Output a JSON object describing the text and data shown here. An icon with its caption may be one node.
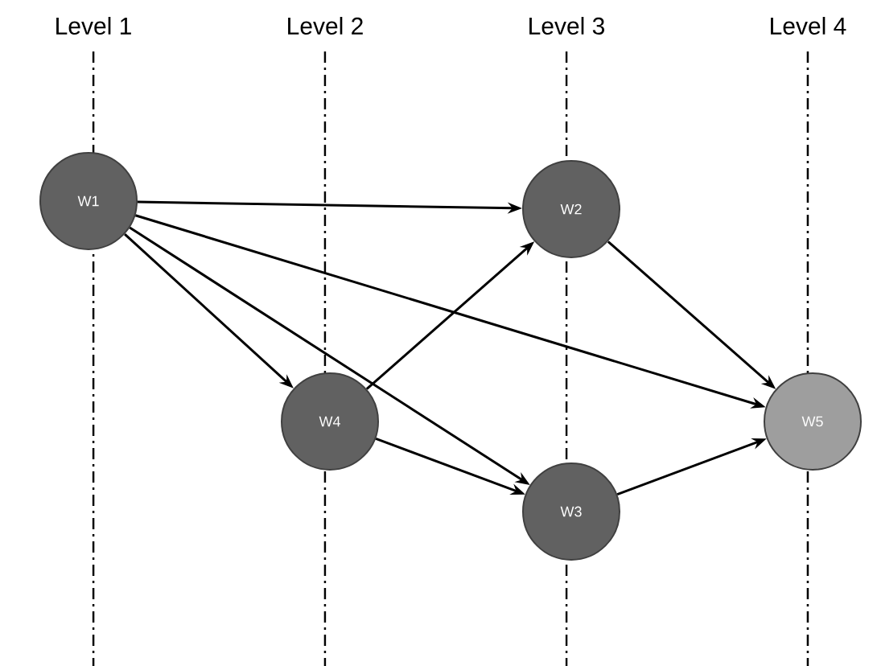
{
  "diagram": {
    "nodes": [
      {
        "text": [
          "W1"
        ]
      },
      {
        "text": [
          "W2"
        ]
      },
      {
        "text": [
          "W4"
        ]
      },
      {
        "text": [
          "W3"
        ]
      },
      {
        "text": [
          "W5"
        ]
      }
    ],
    "edges": [
      {
        "from": 0,
        "to": 1,
        "arrow": "to"
      },
      {
        "from": 0,
        "to": 4,
        "arrow": "to"
      },
      {
        "from": 0,
        "to": 2,
        "arrow": "to"
      },
      {
        "from": 0,
        "to": 3,
        "arrow": "to"
      },
      {
        "from": 2,
        "to": 1,
        "arrow": "to"
      },
      {
        "from": 2,
        "to": 3,
        "arrow": "to"
      },
      {
        "from": 1,
        "to": 4,
        "arrow": "to"
      },
      {
        "from": 3,
        "to": 4,
        "arrow": "to"
      }
    ],
    "labels": [
      "Level 1",
      "Level 2",
      "Level 3",
      "Level 4"
    ]
  }
}
